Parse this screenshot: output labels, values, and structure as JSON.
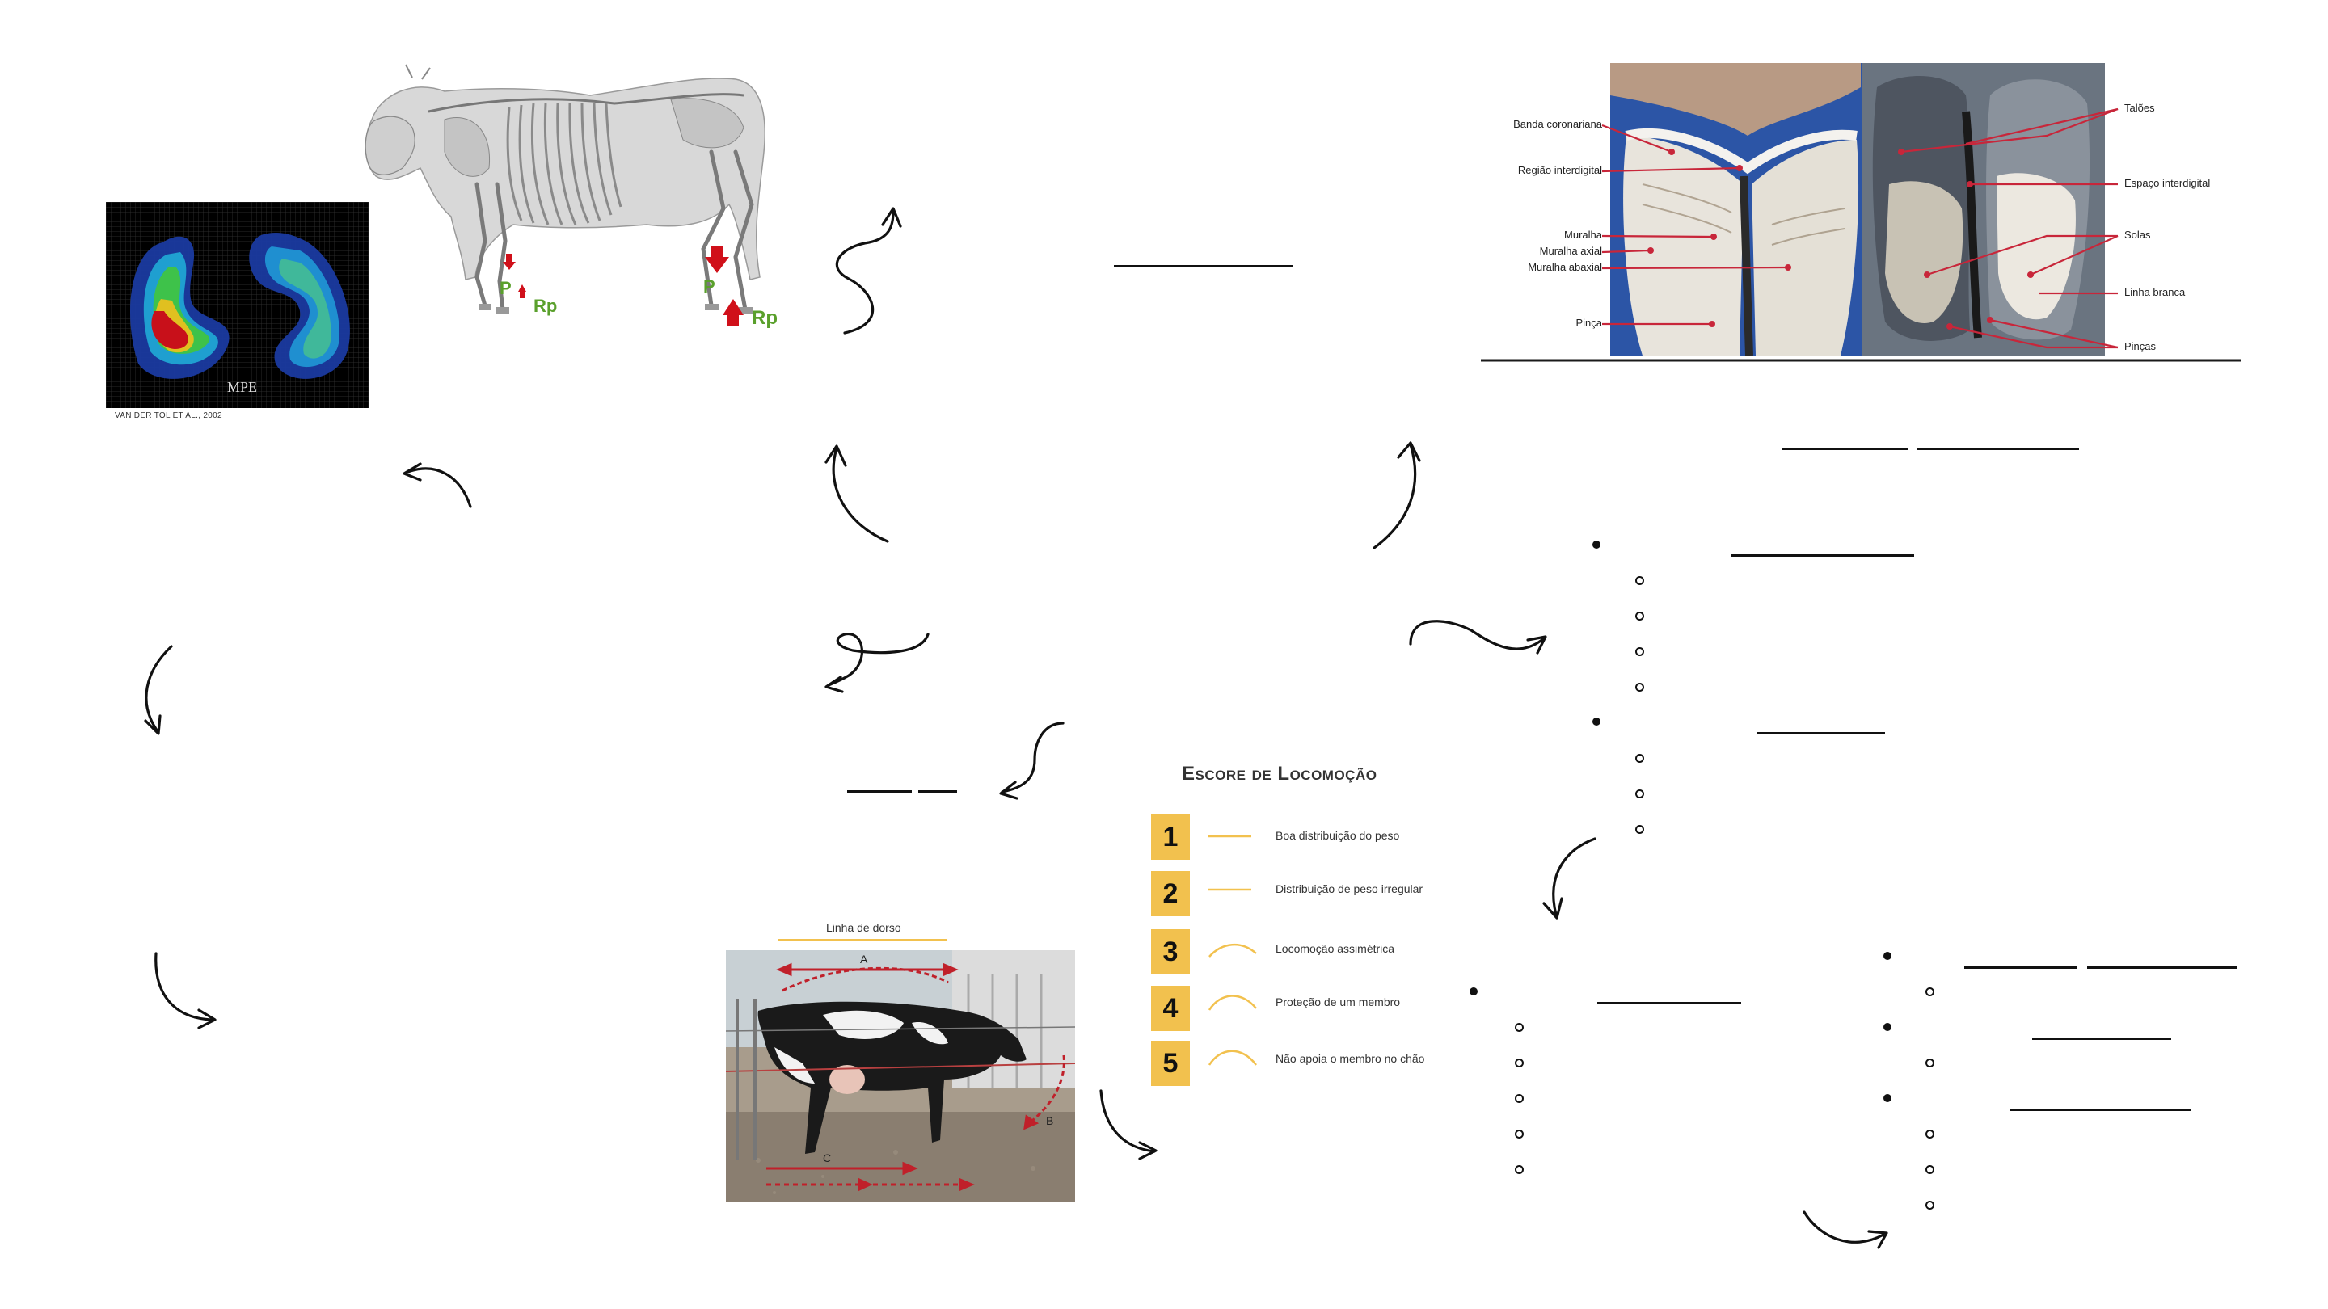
{
  "pressure_map": {
    "label": "MPE",
    "credit": "VAN DER TOL ET AL., 2002"
  },
  "skeleton": {
    "labels": {
      "p_front": "P",
      "rp_front": "Rp",
      "p_back": "P",
      "rp_back": "Rp"
    }
  },
  "hoof_anatomy": {
    "left_labels": [
      "Banda coronariana",
      "Região interdigital",
      "Muralha",
      "Muralha axial",
      "Muralha abaxial",
      "Pinça"
    ],
    "right_labels": [
      "Talões",
      "Espaço interdigital",
      "Solas",
      "Linha branca",
      "Pinças"
    ]
  },
  "locomotion_photo": {
    "top_label": "Linha de dorso",
    "marker_a": "A",
    "marker_b": "B",
    "marker_c": "C"
  },
  "escore": {
    "title": "Escore de Locomoção",
    "items": [
      {
        "num": "1",
        "text": "Boa distribuição do peso"
      },
      {
        "num": "2",
        "text": "Distribuição de peso irregular"
      },
      {
        "num": "3",
        "text": "Locomoção assimétrica"
      },
      {
        "num": "4",
        "text": "Proteção de um membro"
      },
      {
        "num": "5",
        "text": "Não apoia o membro no chão"
      }
    ]
  },
  "colors": {
    "accent_yellow": "#f2c14e",
    "arrow_red": "#d0101a",
    "label_green": "#5aa02c",
    "hoof_line_red": "#c8263a",
    "hoof_background_blue": "#2c55a6"
  }
}
